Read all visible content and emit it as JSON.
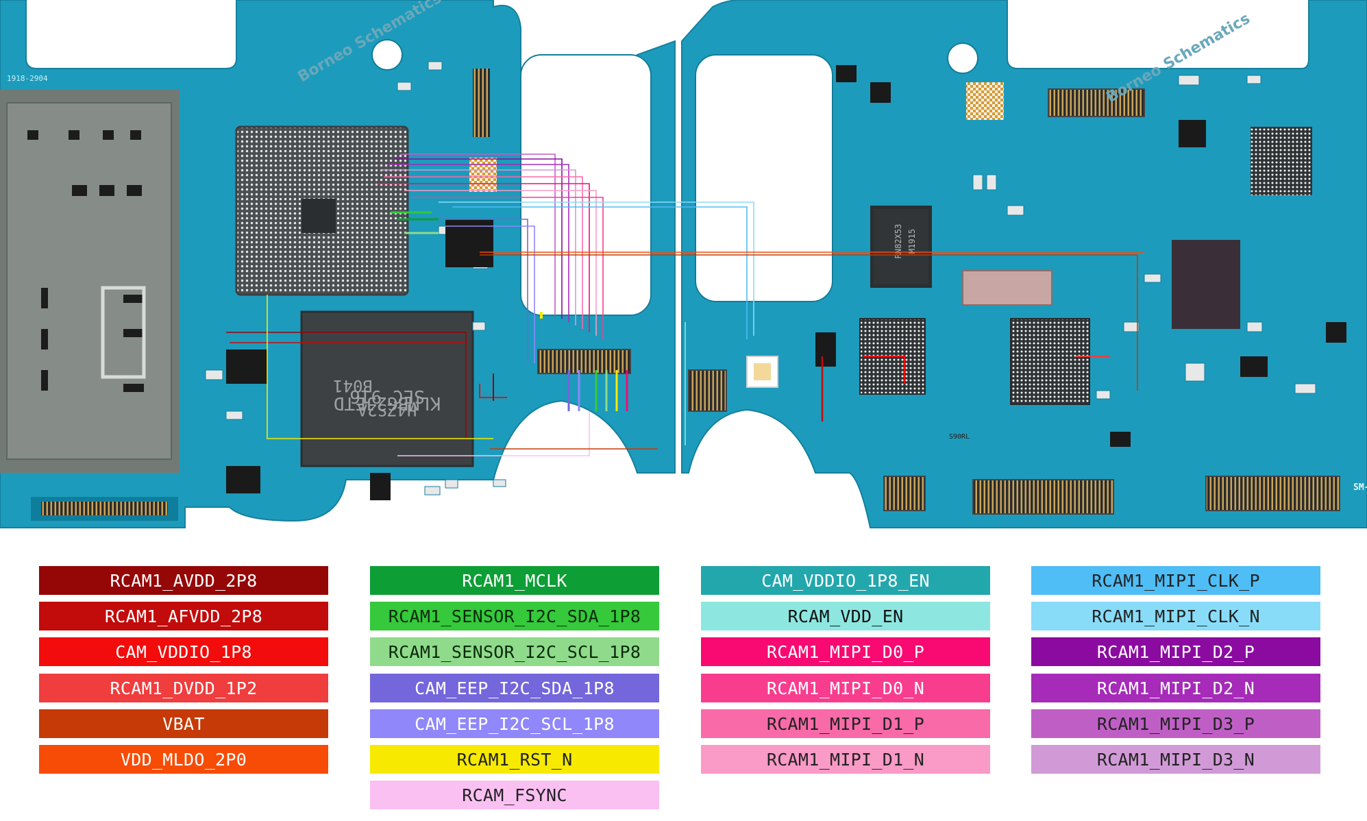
{
  "board_markings": {
    "watermark_1": "Borneo Schematics",
    "watermark_2": "Borneo Schematics",
    "pcb_code": "1918-2904",
    "ufs_line_1": "SEC 916",
    "ufs_line_2": "KLMBG2JETD",
    "ufs_line_3": "B041",
    "ufs_line_4": "H4ZS2A",
    "pmic_line_1": "RN82X53",
    "pmic_line_2": "M1915",
    "small_label": "S90RL",
    "edge_label": "SM-"
  },
  "legend": {
    "columns": [
      [
        {
          "label": "RCAM1_AVDD_2P8",
          "bg": "#950606",
          "fg": "#ffffff"
        },
        {
          "label": "RCAM1_AFVDD_2P8",
          "bg": "#c20b0b",
          "fg": "#ffffff"
        },
        {
          "label": "CAM_VDDIO_1P8",
          "bg": "#f20c0c",
          "fg": "#ffffff"
        },
        {
          "label": "RCAM1_DVDD_1P2",
          "bg": "#f03d3d",
          "fg": "#ffffff"
        },
        {
          "label": "VBAT",
          "bg": "#c53a06",
          "fg": "#ffffff"
        },
        {
          "label": "VDD_MLDO_2P0",
          "bg": "#f74c06",
          "fg": "#ffffff"
        }
      ],
      [
        {
          "label": "RCAM1_MCLK",
          "bg": "#0d9e35",
          "fg": "#ffffff"
        },
        {
          "label": "RCAM1_SENSOR_I2C_SDA_1P8",
          "bg": "#35c93b",
          "fg": "#0a2a0a"
        },
        {
          "label": "RCAM1_SENSOR_I2C_SCL_1P8",
          "bg": "#8fdb8b",
          "fg": "#0a2a0a"
        },
        {
          "label": "CAM_EEP_I2C_SDA_1P8",
          "bg": "#7466db",
          "fg": "#ffffff"
        },
        {
          "label": "CAM_EEP_I2C_SCL_1P8",
          "bg": "#8f87fa",
          "fg": "#ffffff"
        },
        {
          "label": "RCAM1_RST_N",
          "bg": "#f7ea00",
          "fg": "#222222"
        },
        {
          "label": "RCAM_FSYNC",
          "bg": "#fbc0f2",
          "fg": "#222222"
        }
      ],
      [
        {
          "label": "CAM_VDDIO_1P8_EN",
          "bg": "#22a7ac",
          "fg": "#ffffff"
        },
        {
          "label": "RCAM_VDD_EN",
          "bg": "#8de7e0",
          "fg": "#111111"
        },
        {
          "label": "RCAM1_MIPI_D0_P",
          "bg": "#f80a72",
          "fg": "#ffffff"
        },
        {
          "label": "RCAM1_MIPI_D0_N",
          "bg": "#f83d8f",
          "fg": "#ffffff"
        },
        {
          "label": "RCAM1_MIPI_D1_P",
          "bg": "#f86aa8",
          "fg": "#222222"
        },
        {
          "label": "RCAM1_MIPI_D1_N",
          "bg": "#fa9ac6",
          "fg": "#222222"
        }
      ],
      [
        {
          "label": "RCAM1_MIPI_CLK_P",
          "bg": "#4fbdf6",
          "fg": "#222222"
        },
        {
          "label": "RCAM1_MIPI_CLK_N",
          "bg": "#88dcf8",
          "fg": "#222222"
        },
        {
          "label": "RCAM1_MIPI_D2_P",
          "bg": "#8b0ba0",
          "fg": "#ffffff"
        },
        {
          "label": "RCAM1_MIPI_D2_N",
          "bg": "#a52bb8",
          "fg": "#ffffff"
        },
        {
          "label": "RCAM1_MIPI_D3_P",
          "bg": "#bf5fc6",
          "fg": "#222222"
        },
        {
          "label": "RCAM1_MIPI_D3_N",
          "bg": "#d19ad7",
          "fg": "#222222"
        }
      ]
    ]
  }
}
